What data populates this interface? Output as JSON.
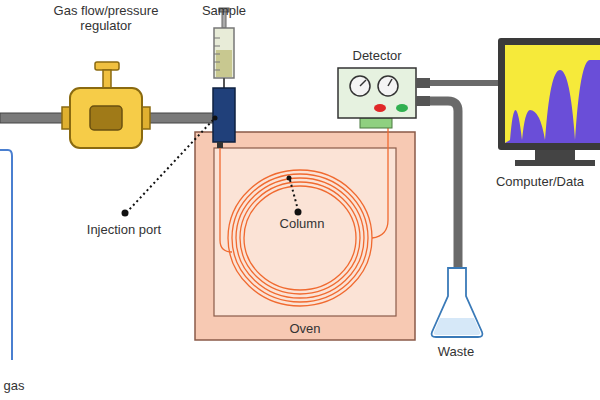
{
  "diagram": {
    "nodes": [
      {
        "text": [
          "Oven"
        ]
      },
      {
        "text": [
          "Detector"
        ]
      }
    ],
    "labels": [
      "Gas flow/pressure regulator",
      "Sample",
      "Injection port",
      "Column",
      "Waste",
      "Computer/Data",
      "gas"
    ]
  }
}
